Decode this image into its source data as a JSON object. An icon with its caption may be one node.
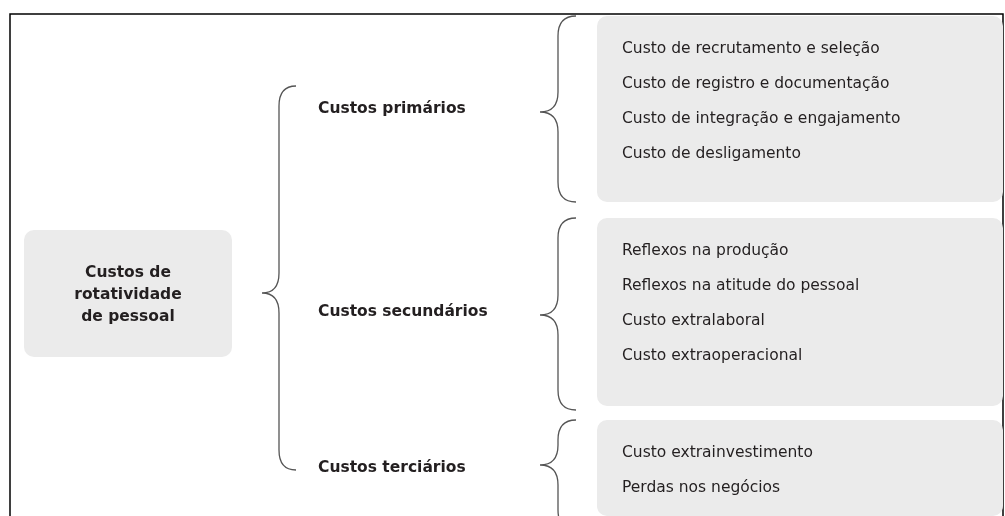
{
  "diagram": {
    "nodes": [
      {
        "text": [
          "Custos de rotatividade de pessoal"
        ]
      },
      {
        "text": [
          "Custos primários"
        ]
      },
      {
        "text": [
          "Custos secundários"
        ]
      },
      {
        "text": [
          "Custos terciários"
        ]
      },
      {
        "text": [
          "Custo de recrutamento e seleção",
          "Custo de registro e documentação",
          "Custo de integração e engajamento",
          "Custo de desligamento"
        ]
      },
      {
        "text": [
          "Reflexos na produção",
          "Reflexos na atitude do pessoal",
          "Custo extralaboral",
          "Custo extraoperacional"
        ]
      },
      {
        "text": [
          "Custo extrainvestimento",
          "Perdas nos negócios"
        ]
      }
    ]
  }
}
